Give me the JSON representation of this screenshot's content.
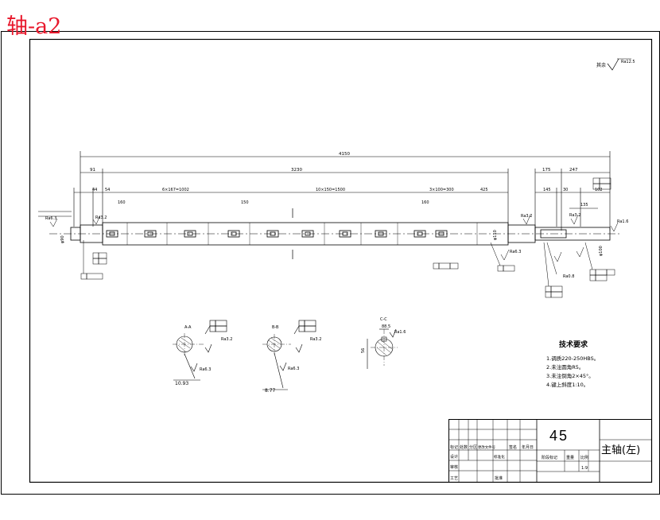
{
  "drawing": {
    "corner_title": "轴-a2",
    "material": "45",
    "part_name": "主轴(左)",
    "roughness_note_label": "其余",
    "roughness_note_value": "Ra12.5",
    "tech_requirements": {
      "title": "技术要求",
      "items": [
        "1.调质220-250HBS。",
        "2.未注圆角R5。",
        "3.未注倒角2×45°。",
        "4.键上斜度1:10。"
      ]
    },
    "dimensions": {
      "overall": "4150",
      "d91": "91",
      "d3230": "3230",
      "d175": "175",
      "d247": "247",
      "d44": "44",
      "d54": "54",
      "d160": "160",
      "d6x167": "6×167=1002",
      "d150": "150",
      "d10x150": "10×150=1500",
      "d3x100": "3×100=300",
      "d425": "425",
      "d145": "145",
      "d30": "30",
      "d102": "102",
      "d135": "135",
      "dia_left": "φ90",
      "dia_main": "φ110",
      "dia_right": "φ100"
    },
    "roughness": {
      "ra16": "Ra1.6",
      "ra32": "Ra3.2",
      "ra63": "Ra6.3",
      "ra08": "Ra0.8"
    },
    "sections": {
      "aa": {
        "label": "A-A",
        "dim": "10.93"
      },
      "bb": {
        "label": "B-B",
        "dim": "8.77"
      },
      "cc": {
        "label": "C-C",
        "dim_a": "56",
        "dim_b": "88.5"
      }
    },
    "title_block": {
      "row1": [
        "标记",
        "处数",
        "分区",
        "更改文件号",
        "签名",
        "年月日"
      ],
      "row2": [
        "设计",
        "",
        "标准化",
        ""
      ],
      "row3": [
        "审核",
        "",
        "",
        ""
      ],
      "row4": [
        "工艺",
        "",
        "批准",
        ""
      ],
      "stage_label": "阶段标记",
      "weight_label": "重量",
      "scale_label": "比例",
      "scale_value": "1:9"
    }
  }
}
